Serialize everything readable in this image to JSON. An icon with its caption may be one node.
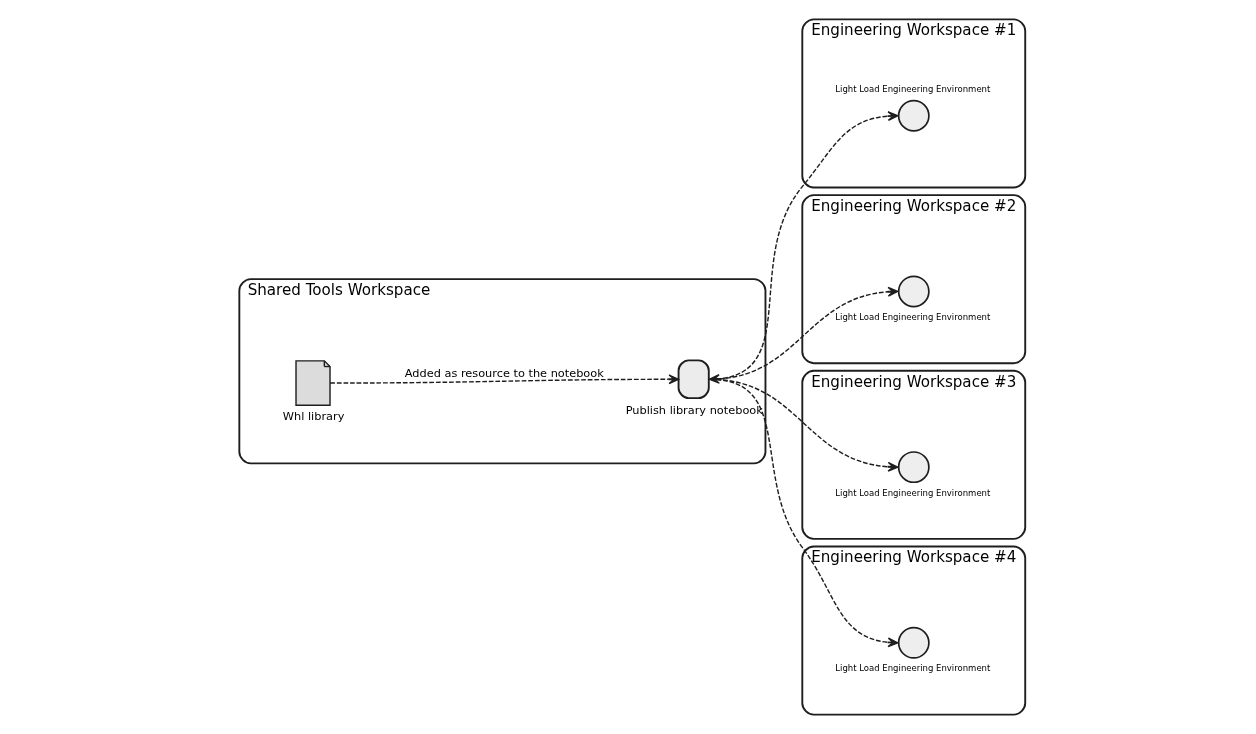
{
  "diagram": {
    "nodes": [
      {
        "text": [
          "Shared Tools Workspace"
        ]
      },
      {
        "text": [],
        "shape": "picture",
        "beside": [
          "Whl library"
        ],
        "in": 0
      },
      {
        "text": [],
        "shape": "box",
        "beside": [
          "Publish library notebook"
        ],
        "in": 0
      },
      {
        "text": [
          "Engineering Workspace #1"
        ]
      },
      {
        "text": [],
        "shape": "circle",
        "beside": [
          "Light Load Engineering Environment"
        ],
        "in": 3
      },
      {
        "text": [
          "Engineering Workspace #2"
        ]
      },
      {
        "text": [],
        "shape": "circle",
        "beside": [
          "Light Load Engineering Environment"
        ],
        "in": 5
      },
      {
        "text": [
          "Engineering Workspace #3"
        ]
      },
      {
        "text": [],
        "shape": "circle",
        "beside": [
          "Light Load Engineering Environment"
        ],
        "in": 7
      },
      {
        "text": [
          "Engineering Workspace #4"
        ]
      },
      {
        "text": [],
        "shape": "circle",
        "beside": [
          "Light Load Engineering Environment"
        ],
        "in": 9
      }
    ],
    "edges": [
      {
        "from": 1,
        "to": 2,
        "arrow": "to",
        "label": "Added as resource to the notebook",
        "style": "dashed"
      },
      {
        "from": 2,
        "to": 4,
        "arrow": "to",
        "style": "dashed"
      },
      {
        "from": 2,
        "to": 6,
        "arrow": "both",
        "style": "dashed"
      },
      {
        "from": 2,
        "to": 8,
        "arrow": "to",
        "style": "dashed"
      },
      {
        "from": 2,
        "to": 10,
        "arrow": "to",
        "style": "dashed"
      }
    ]
  }
}
